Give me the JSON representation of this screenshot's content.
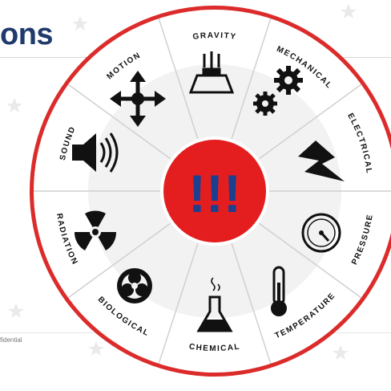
{
  "header": {
    "title": "ons"
  },
  "footer": {
    "text": "fidential"
  },
  "diagram": {
    "center": {
      "label": "!!!",
      "color": "#e41e1e"
    },
    "ring_color": "#dc2b2b",
    "segments": [
      {
        "label": "GRAVITY",
        "icon": "gravity-icon"
      },
      {
        "label": "MECHANICAL",
        "icon": "gears-icon"
      },
      {
        "label": "ELECTRICAL",
        "icon": "lightning-icon"
      },
      {
        "label": "PRESSURE",
        "icon": "pressure-gauge-icon"
      },
      {
        "label": "TEMPERATURE",
        "icon": "thermometer-icon"
      },
      {
        "label": "CHEMICAL",
        "icon": "flask-icon"
      },
      {
        "label": "BIOLOGICAL",
        "icon": "biohazard-icon"
      },
      {
        "label": "RADIATION",
        "icon": "radiation-icon"
      },
      {
        "label": "SOUND",
        "icon": "speaker-icon"
      },
      {
        "label": "MOTION",
        "icon": "move-arrows-icon"
      }
    ]
  }
}
